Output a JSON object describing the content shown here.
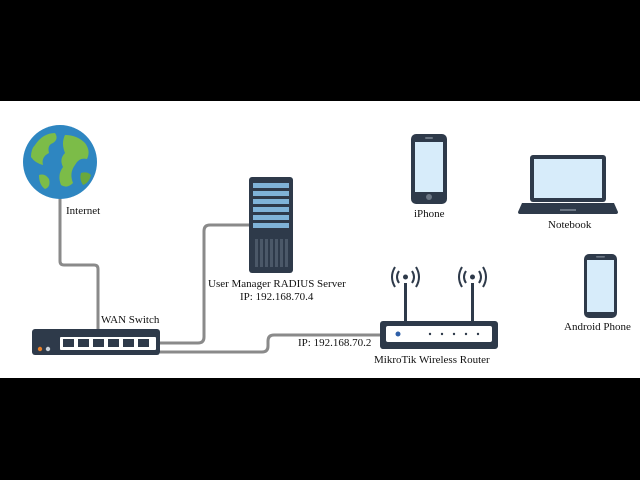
{
  "diagram": {
    "nodes": {
      "internet": {
        "label": "Internet",
        "icon": "globe-icon"
      },
      "wan_switch": {
        "label": "WAN Switch",
        "icon": "switch-icon"
      },
      "radius_server": {
        "label": "User Manager RADIUS Server",
        "ip": "IP: 192.168.70.4",
        "icon": "server-icon"
      },
      "router": {
        "label": "MikroTik Wireless Router",
        "ip": "IP: 192.168.70.2",
        "icon": "router-icon"
      },
      "iphone": {
        "label": "iPhone",
        "icon": "phone-icon"
      },
      "notebook": {
        "label": "Notebook",
        "icon": "laptop-icon"
      },
      "android": {
        "label": "Android Phone",
        "icon": "phone-icon"
      }
    },
    "edges": [
      {
        "from": "internet",
        "to": "wan_switch"
      },
      {
        "from": "wan_switch",
        "to": "radius_server"
      },
      {
        "from": "wan_switch",
        "to": "router"
      }
    ],
    "colors": {
      "wire": "#8a8a8a",
      "device_dark": "#2e3a4a",
      "screen": "#d7ecfa",
      "ocean": "#2e86c1",
      "land": "#7cbc48",
      "port": "#ffffff",
      "accent_orange": "#e8802a"
    }
  }
}
